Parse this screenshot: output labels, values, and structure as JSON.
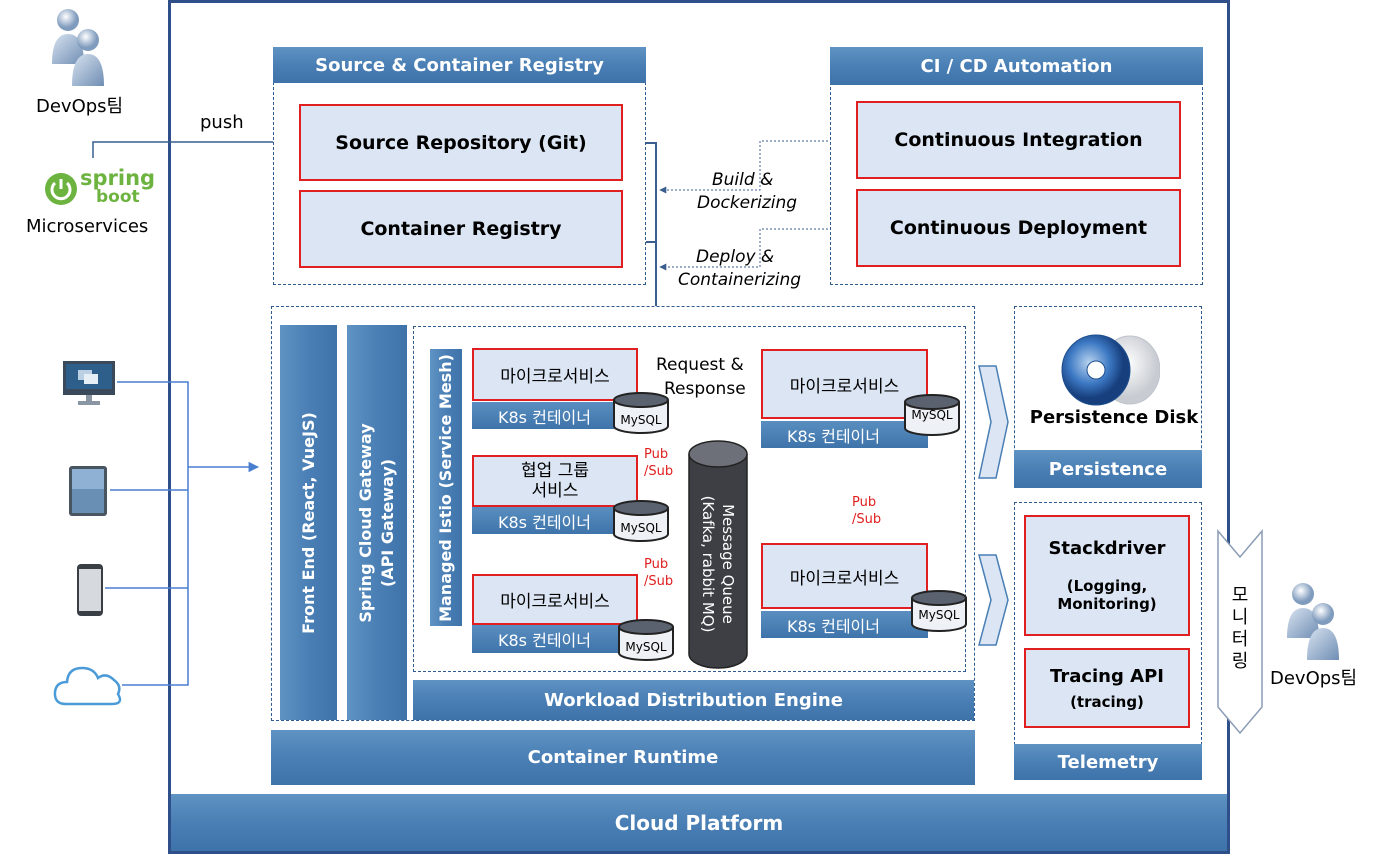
{
  "actors": {
    "devops_top": "DevOps팀",
    "devops_right": "DevOps팀",
    "push": "push",
    "spring_word": "spring",
    "boot_word": "boot",
    "microservices": "Microservices"
  },
  "registry": {
    "title": "Source & Container Registry",
    "source_repo": "Source Repository (Git)",
    "container_registry": "Container Registry"
  },
  "cicd": {
    "title": "CI / CD Automation",
    "ci": "Continuous Integration",
    "cd": "Continuous Deployment",
    "build_line1": "Build &",
    "build_line2": "Dockerizing",
    "deploy_line1": "Deploy &",
    "deploy_line2": "Containerizing"
  },
  "workload": {
    "front_end": "Front End (React, VueJS)",
    "gateway_line1": "Spring Cloud Gateway",
    "gateway_line2": "(API Gateway)",
    "istio": "Managed Istio (Service Mesh)",
    "microservice": "마이크로서비스",
    "collab_line1": "협업 그룹",
    "collab_line2": "서비스",
    "k8s": "K8s 컨테이너",
    "mysql": "MySQL",
    "request_line1": "Request &",
    "request_line2": "Response",
    "pub": "Pub",
    "sub": "/Sub",
    "mq_line1": "Message Queue",
    "mq_line2": "(Kafka, rabbit MQ)",
    "engine": "Workload Distribution Engine"
  },
  "runtime": "Container Runtime",
  "platform": "Cloud Platform",
  "persistence": {
    "disk": "Persistence Disk",
    "title": "Persistence"
  },
  "telemetry": {
    "stackdriver": "Stackdriver",
    "stackdriver_sub1": "(Logging,",
    "stackdriver_sub2": "Monitoring)",
    "tracing": "Tracing API",
    "tracing_sub": "(tracing)",
    "title": "Telemetry",
    "monitoring_chars": [
      "모",
      "니",
      "터",
      "링"
    ]
  },
  "colors": {
    "band": "#4a7fb5",
    "frame": "#2f4f8a",
    "red": "#e02020",
    "boxfill": "#dbe5f3"
  }
}
